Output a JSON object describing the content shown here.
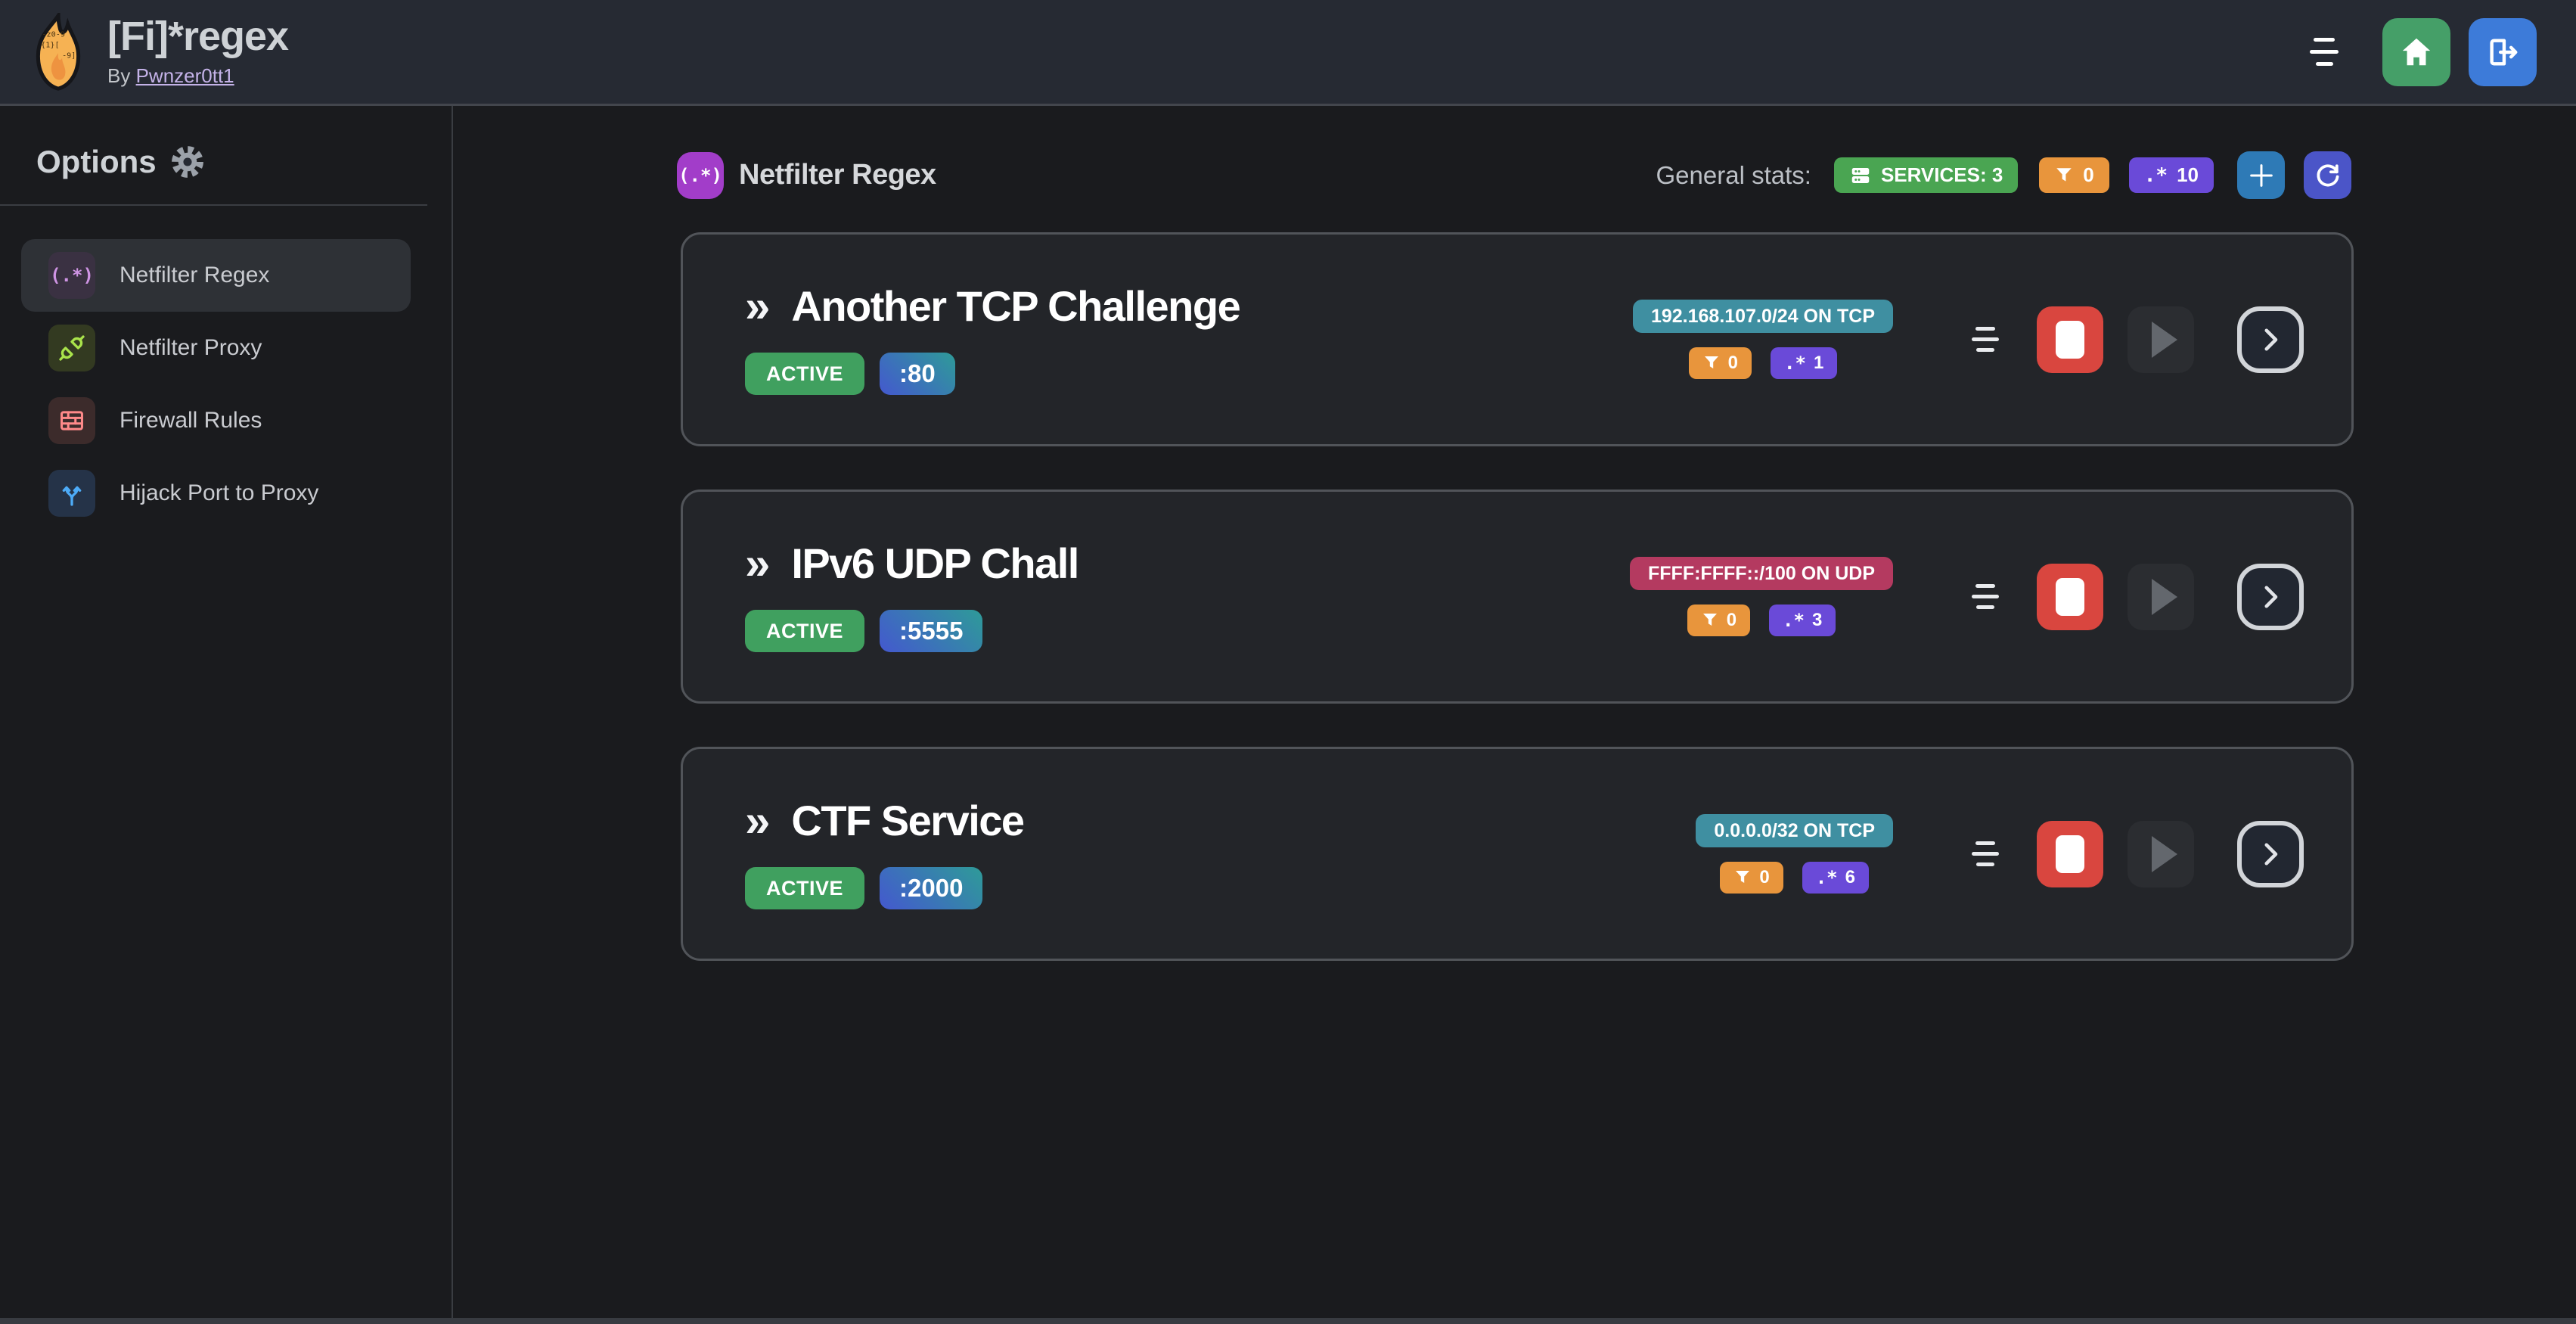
{
  "app": {
    "title": "[Fi]*regex",
    "byline_prefix": "By",
    "author": "Pwnzer0tt1"
  },
  "sidebar": {
    "heading": "Options",
    "items": [
      {
        "label": "Netfilter Regex",
        "icon": "regex-icon",
        "glyph": "(.*)",
        "active": true
      },
      {
        "label": "Netfilter Proxy",
        "icon": "plug-icon",
        "active": false
      },
      {
        "label": "Firewall Rules",
        "icon": "brick-wall-icon",
        "active": false
      },
      {
        "label": "Hijack Port to Proxy",
        "icon": "split-arrows-icon",
        "active": false
      }
    ]
  },
  "main": {
    "section_icon_glyph": "(.*)",
    "section_title": "Netfilter Regex",
    "stats_label": "General stats:",
    "regex_glyph": ".*",
    "card_chevrons": "»",
    "stats": {
      "services": "SERVICES: 3",
      "filters": "0",
      "regexes": "10"
    }
  },
  "services": [
    {
      "name": "Another TCP Challenge",
      "status": "ACTIVE",
      "port": ":80",
      "target": "192.168.107.0/24 ON TCP",
      "target_color": "teal",
      "filters": "0",
      "regexes": "1"
    },
    {
      "name": "IPv6 UDP Chall",
      "status": "ACTIVE",
      "port": ":5555",
      "target": "FFFF:FFFF::/100 ON UDP",
      "target_color": "pink",
      "filters": "0",
      "regexes": "3"
    },
    {
      "name": "CTF Service",
      "status": "ACTIVE",
      "port": ":2000",
      "target": "0.0.0.0/32 ON TCP",
      "target_color": "teal",
      "filters": "0",
      "regexes": "6"
    }
  ],
  "colors": {
    "page_bg": "#1a1b1e",
    "header_bg": "#262a33",
    "card_bg": "#232529",
    "card_border": "#515459",
    "active_green": "#40a05f",
    "services_green": "#4aa552",
    "orange": "#e8953c",
    "purple": "#6a4ad8",
    "teal_target": "#3f8fa1",
    "pink_target": "#b43a60",
    "stop_red": "#d9463f",
    "home_green": "#459f68",
    "logout_blue": "#3d7bd9",
    "add_blue": "#2e7ab6",
    "refresh_indigo": "#4b55c8",
    "section_purple": "#a23dc9",
    "link_lavender": "#c4b2e8",
    "port_gradient_from": "#4458cf",
    "port_gradient_to": "#2e9b98"
  }
}
